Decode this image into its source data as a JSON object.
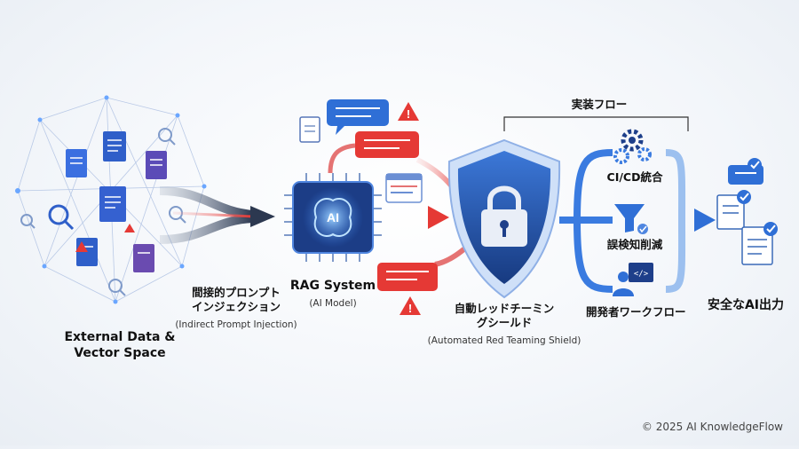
{
  "diagram": {
    "sources": {
      "title_line1": "External Data &",
      "title_line2": "Vector Space"
    },
    "attack": {
      "label_line1": "間接的プロンプト",
      "label_line2": "インジェクション",
      "label_sub": "(Indirect Prompt Injection)"
    },
    "rag": {
      "chip_text": "AI",
      "title": "RAG System",
      "sub": "(AI Model)"
    },
    "shield": {
      "title_line1": "自動レッドチーミン",
      "title_line2": "グシールド",
      "sub": "(Automated Red Teaming Shield)"
    },
    "flow": {
      "header": "実装フロー",
      "steps": [
        {
          "label": "CI/CD統合",
          "icon": "gears-icon"
        },
        {
          "label": "誤検知削減",
          "icon": "funnel-icon"
        },
        {
          "label": "開発者ワークフロー",
          "icon": "developer-icon"
        }
      ]
    },
    "output": {
      "label": "安全なAI出力"
    },
    "footer": {
      "copyright": "© 2025 AI KnowledgeFlow"
    },
    "colors": {
      "primary_blue": "#2f6fd6",
      "dark_blue": "#1e3f8a",
      "alert_red": "#e53935",
      "doc_purple": "#5b4bb7"
    }
  }
}
